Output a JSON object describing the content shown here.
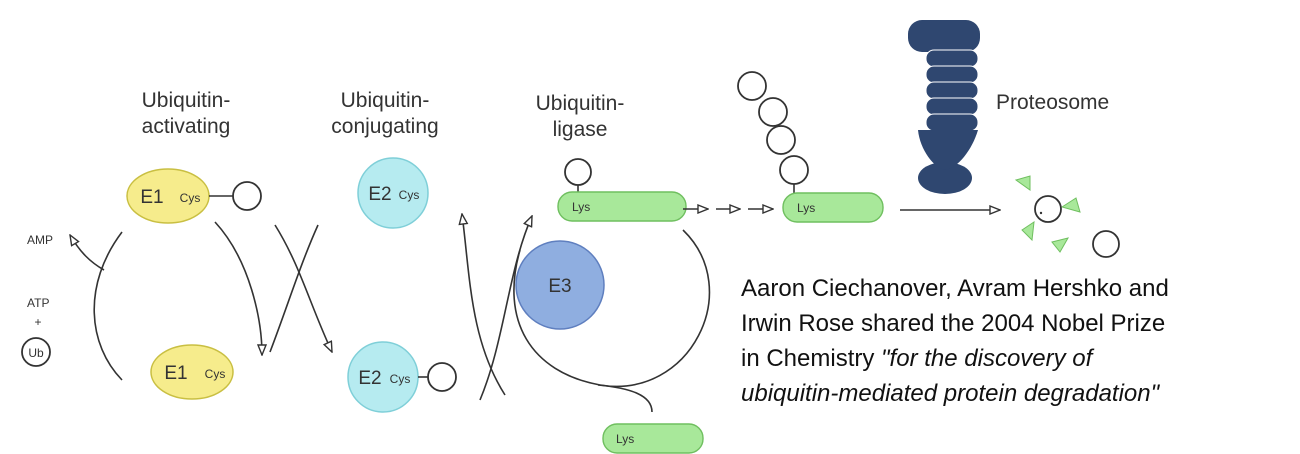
{
  "colors": {
    "title": "#2e75b6",
    "e1": "#f6ec8c",
    "e2": "#b6ebf0",
    "e3": "#8faee0",
    "ligase_bar": "#a8e89a",
    "proteasome": "#2f4770"
  },
  "title_fragment": "",
  "stages": {
    "activating": [
      "Ubiquitin-",
      "activating"
    ],
    "conjugating": [
      "Ubiquitin-",
      "conjugating"
    ],
    "ligase": [
      "Ubiquitin-",
      "ligase"
    ]
  },
  "enzymes": {
    "e1": "E1",
    "e2": "E2",
    "e3": "E3",
    "cys": "Cys",
    "lys": "Lys"
  },
  "reagents": {
    "amp": "AMP",
    "atp": "ATP",
    "plus": "+",
    "ub": "Ub"
  },
  "proteasome_label": "Proteosome",
  "caption": {
    "line1": "Aaron Ciechanover, Avram Hershko and",
    "line2": "Irwin Rose shared the 2004 Nobel Prize",
    "line3_plain": "in Chemistry ",
    "line3_italic": "\"for the discovery of",
    "line4_italic": "ubiquitin-mediated protein degradation\""
  }
}
